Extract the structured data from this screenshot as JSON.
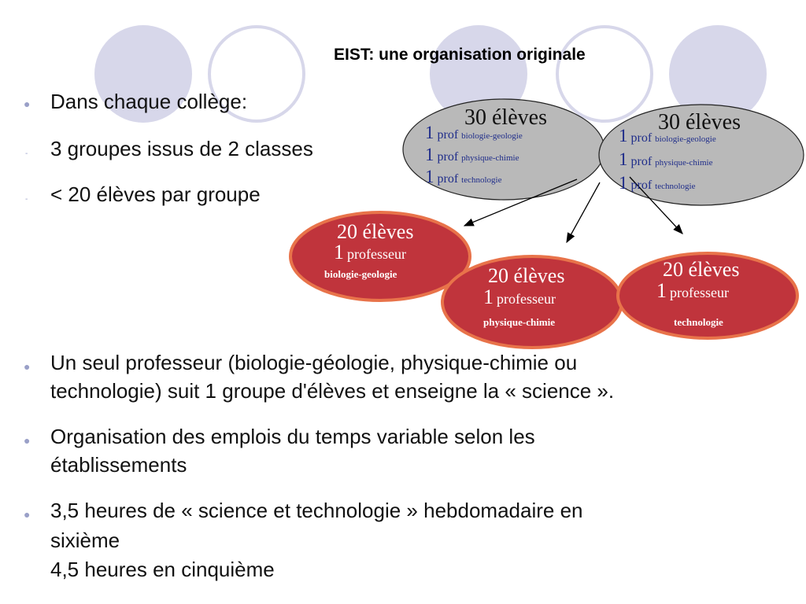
{
  "title": "EIST: une organisation originale",
  "intro": {
    "heading": "Dans chaque collège:",
    "sub_items": [
      "3 groupes issus de 2 classes",
      "< 20 élèves par groupe"
    ]
  },
  "diagram": {
    "class_ellipses": [
      {
        "count": "30 élèves",
        "rows": [
          {
            "num": "1",
            "word": "prof",
            "subject": "biologie-geologie"
          },
          {
            "num": "1",
            "word": "prof",
            "subject": "physique-chimie"
          },
          {
            "num": "1",
            "word": "prof",
            "subject": "technologie"
          }
        ]
      },
      {
        "count": "30 élèves",
        "rows": [
          {
            "num": "1",
            "word": "prof",
            "subject": "biologie-geologie"
          },
          {
            "num": "1",
            "word": "prof",
            "subject": "physique-chimie"
          },
          {
            "num": "1",
            "word": "prof",
            "subject": "technologie"
          }
        ]
      }
    ],
    "group_ellipses": [
      {
        "count": "20 élèves",
        "num": "1",
        "word": "professeur",
        "subject": "biologie-geologie"
      },
      {
        "count": "20 élèves",
        "num": "1",
        "word": "professeur",
        "subject": "physique-chimie"
      },
      {
        "count": "20 élèves",
        "num": "1",
        "word": "professeur",
        "subject": "technologie"
      }
    ]
  },
  "bullets": [
    {
      "lines": [
        "Un seul professeur (biologie-géologie, physique-chimie ou",
        "technologie) suit 1 groupe d'élèves et enseigne la « science »."
      ]
    },
    {
      "lines": [
        "Organisation des emplois du temps variable selon les",
        "établissements"
      ]
    },
    {
      "lines": [
        "3,5 heures de « science et technologie » hebdomadaire en",
        "sixième",
        "4,5 heures en cinquième"
      ]
    }
  ],
  "colors": {
    "decor": "#d7d7ea",
    "class_fill": "#b9b9b9",
    "group_fill": "#c0343c",
    "group_border": "#e8734a",
    "prof_text": "#1f2d8a"
  }
}
